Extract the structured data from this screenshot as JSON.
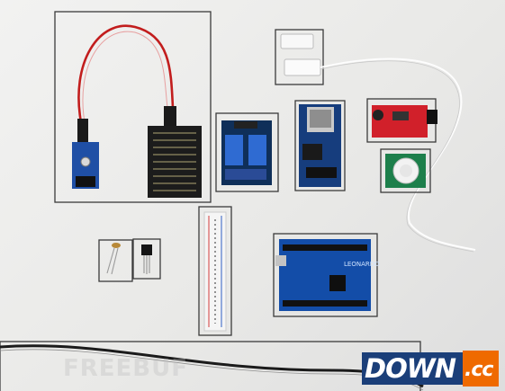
{
  "watermark": {
    "site_main": "DOWN",
    "site_tld": ".cc",
    "faint_text": "FREEBUF"
  },
  "components": [
    {
      "id": "rain-sensor"
    },
    {
      "id": "relay-module"
    },
    {
      "id": "ethernet-module"
    },
    {
      "id": "door-sensor"
    },
    {
      "id": "sound-sensor"
    },
    {
      "id": "pir-sensor"
    },
    {
      "id": "arduino-board",
      "label": "LEONARDO"
    },
    {
      "id": "breadboard"
    },
    {
      "id": "photoresistor"
    },
    {
      "id": "temperature-sensor"
    }
  ],
  "colors": {
    "logo_dark": "#1b3f79",
    "logo_orange": "#ef6a00",
    "frame": "#3b3b3b"
  }
}
